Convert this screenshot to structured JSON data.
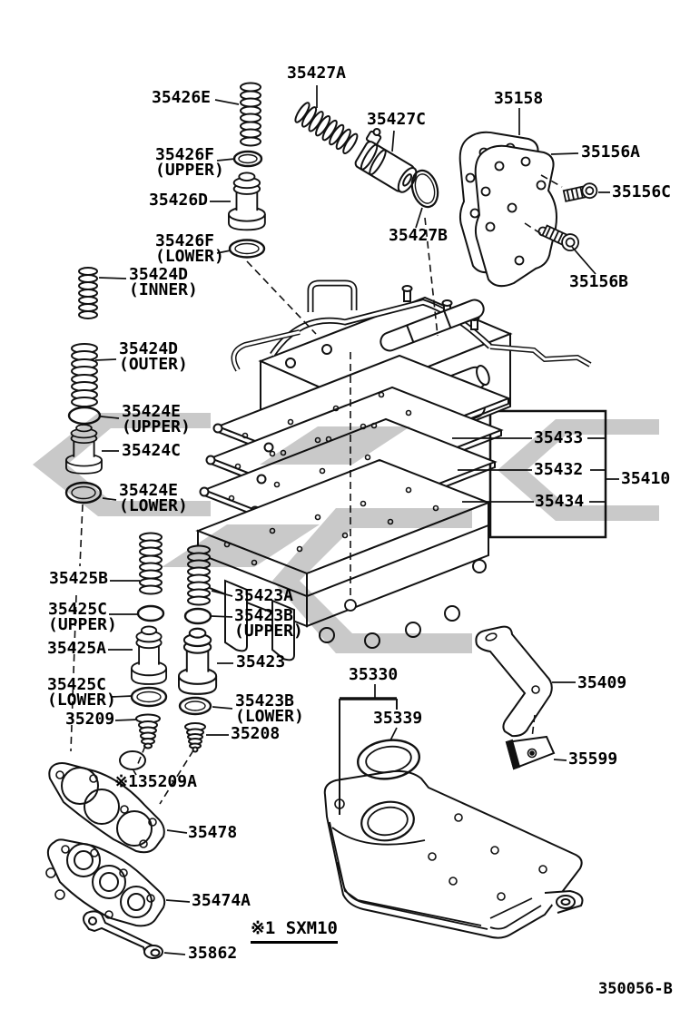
{
  "note": {
    "text": "※1 SXM10"
  },
  "footer": {
    "code": "350056-B"
  },
  "watermark": {
    "color": "#c9c9c9"
  },
  "labels": {
    "l35427a": {
      "text": "35427A"
    },
    "l35426e": {
      "text": "35426E"
    },
    "l35427c": {
      "text": "35427C"
    },
    "l35158": {
      "text": "35158"
    },
    "l35156a": {
      "text": "35156A"
    },
    "l35156c": {
      "text": "35156C"
    },
    "l35426f_u": {
      "text": "35426F",
      "sub": "(UPPER)"
    },
    "l35426d": {
      "text": "35426D"
    },
    "l35427b": {
      "text": "35427B"
    },
    "l35156b": {
      "text": "35156B"
    },
    "l35426f_l": {
      "text": "35426F",
      "sub": "(LOWER)"
    },
    "l35424d_i": {
      "text": "35424D",
      "sub": "(INNER)"
    },
    "l35424d_o": {
      "text": "35424D",
      "sub": "(OUTER)"
    },
    "l35424e_u": {
      "text": "35424E",
      "sub": "(UPPER)"
    },
    "l35424c": {
      "text": "35424C"
    },
    "l35424e_l": {
      "text": "35424E",
      "sub": "(LOWER)"
    },
    "l35433": {
      "text": "35433"
    },
    "l35432": {
      "text": "35432"
    },
    "l35434": {
      "text": "35434"
    },
    "l35410": {
      "text": "35410"
    },
    "l35425b": {
      "text": "35425B"
    },
    "l35423a": {
      "text": "35423A"
    },
    "l35425c_u": {
      "text": "35425C",
      "sub": "(UPPER)"
    },
    "l35423b_u": {
      "text": "35423B",
      "sub": "(UPPER)"
    },
    "l35425a": {
      "text": "35425A"
    },
    "l35423": {
      "text": "35423"
    },
    "l35425c_l": {
      "text": "35425C",
      "sub": "(LOWER)"
    },
    "l35423b_l": {
      "text": "35423B",
      "sub": "(LOWER)"
    },
    "l35209": {
      "text": "35209"
    },
    "l35208": {
      "text": "35208"
    },
    "l35209a": {
      "text": "※135209A"
    },
    "l35478": {
      "text": "35478"
    },
    "l35474a": {
      "text": "35474A"
    },
    "l35862": {
      "text": "35862"
    },
    "l35330": {
      "text": "35330"
    },
    "l35339": {
      "text": "35339"
    },
    "l35409": {
      "text": "35409"
    },
    "l35599": {
      "text": "35599"
    }
  }
}
